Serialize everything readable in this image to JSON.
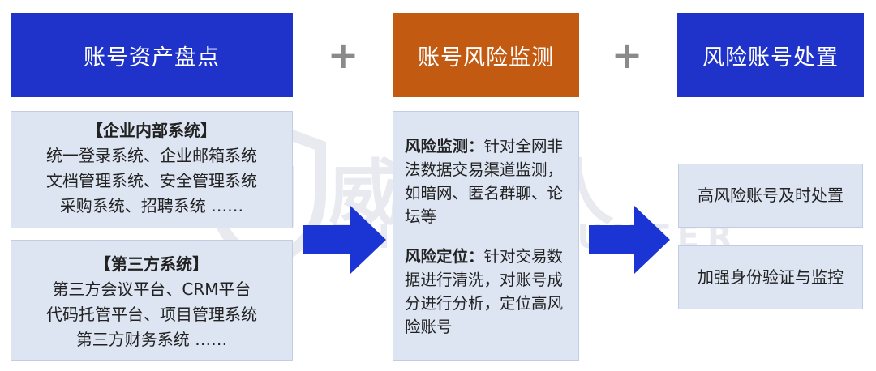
{
  "headers": {
    "inventory": "账号资产盘点",
    "monitoring": "账号风险监测",
    "disposal": "风险账号处置"
  },
  "operators": {
    "plus": "+"
  },
  "internal_systems": {
    "title": "【企业内部系统】",
    "lines": [
      "统一登录系统、企业邮箱系统",
      "文档管理系统、安全管理系统",
      "采购系统、招聘系统 ……"
    ]
  },
  "third_party_systems": {
    "title": "【第三方系统】",
    "lines": [
      "第三方会议平台、CRM平台",
      "代码托管平台、项目管理系统",
      "第三方财务系统 ……"
    ]
  },
  "monitoring_detail": {
    "monitor_label": "风险监测：",
    "monitor_text": "针对全网非法数据交易渠道监测，如暗网、匿名群聊、论坛等",
    "locate_label": "风险定位：",
    "locate_text": "针对交易数据进行清洗，对账号成分进行分析，定位高风险账号"
  },
  "actions": [
    "高风险账号及时处置",
    "加强身份验证与监控"
  ],
  "watermark": {
    "cn": "威胁猎人",
    "en": "THREAT HUNTER"
  },
  "colors": {
    "blue_header": "#1f32c9",
    "orange_header": "#c25a12",
    "arrow": "#1a35d4",
    "panel_bg": "#dde4f2"
  }
}
